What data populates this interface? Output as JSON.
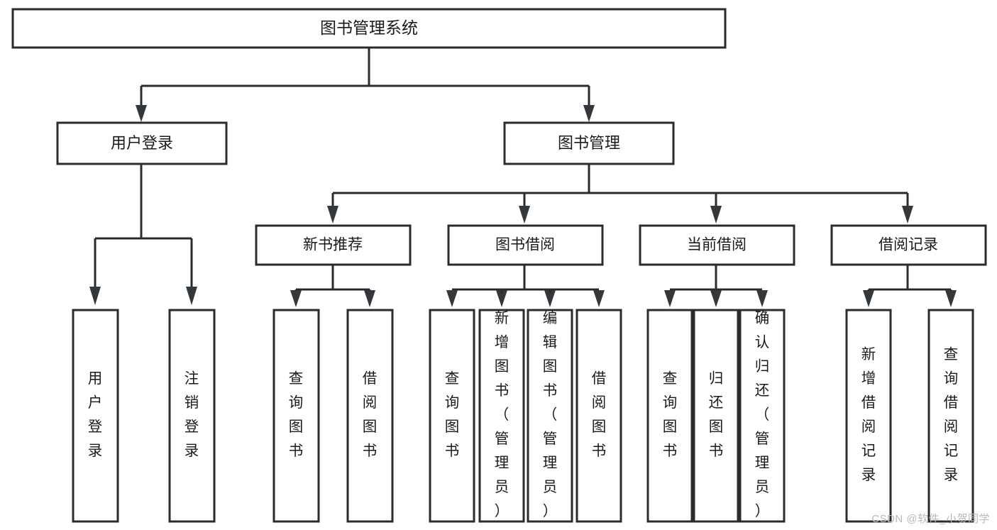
{
  "diagram": {
    "type": "tree-hierarchy-chart",
    "title": "图书管理系统",
    "watermark": "CSDN @软件_小贺同学",
    "colors": {
      "background": "#ffffff",
      "stroke": "#2b2b2b",
      "arrow": "#33383c",
      "text": "#1a1a1a",
      "watermark": "#b9b9b9"
    },
    "root": {
      "label": "图书管理系统",
      "children": [
        {
          "label": "用户登录",
          "children": [
            {
              "label": "用户登录"
            },
            {
              "label": "注销登录"
            }
          ]
        },
        {
          "label": "图书管理",
          "children": [
            {
              "label": "新书推荐",
              "children": [
                {
                  "label": "查询图书"
                },
                {
                  "label": "借阅图书"
                }
              ]
            },
            {
              "label": "图书借阅",
              "children": [
                {
                  "label": "查询图书"
                },
                {
                  "label": "新增图书（管理员）"
                },
                {
                  "label": "编辑图书（管理员）"
                },
                {
                  "label": "借阅图书"
                }
              ]
            },
            {
              "label": "当前借阅",
              "children": [
                {
                  "label": "查询图书"
                },
                {
                  "label": "归还图书"
                },
                {
                  "label": "确认归还（管理员）"
                }
              ]
            },
            {
              "label": "借阅记录",
              "children": [
                {
                  "label": "新增借阅记录"
                },
                {
                  "label": "查询借阅记录"
                }
              ]
            }
          ]
        }
      ]
    },
    "nodes": {
      "root_title": "图书管理系统",
      "l1_user_login": "用户登录",
      "l1_book_manage": "图书管理",
      "l2_new_book": "新书推荐",
      "l2_borrow": "图书借阅",
      "l2_current": "当前借阅",
      "l2_records": "借阅记录",
      "leaf_user_login": "用户登录",
      "leaf_logout": "注销登录",
      "leaf_nb_query": "查询图书",
      "leaf_nb_borrow": "借阅图书",
      "leaf_bw_query": "查询图书",
      "leaf_bw_add": "新增图书（管理员）",
      "leaf_bw_edit": "编辑图书（管理员）",
      "leaf_bw_borrow": "借阅图书",
      "leaf_cur_query": "查询图书",
      "leaf_cur_return": "归还图书",
      "leaf_cur_confirm": "确认归还（管理员）",
      "leaf_rec_add": "新增借阅记录",
      "leaf_rec_query": "查询借阅记录"
    }
  }
}
